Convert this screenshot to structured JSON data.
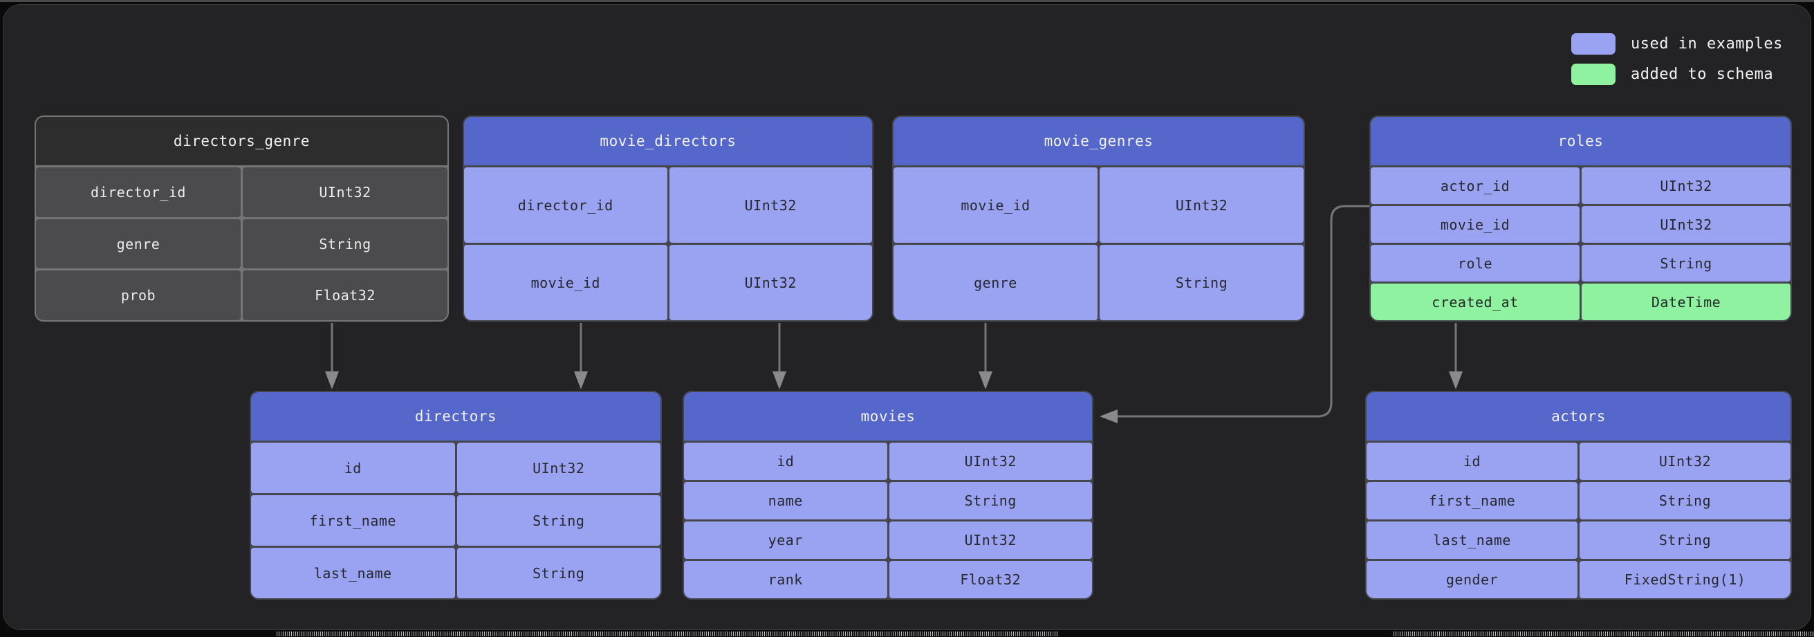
{
  "legend": {
    "items": [
      {
        "label": "used in examples",
        "color": "#99a3f2"
      },
      {
        "label": "added to schema",
        "color": "#8ff2a0"
      }
    ]
  },
  "tables": [
    {
      "title": "directors_genre",
      "variant": "gray",
      "rows": [
        [
          "director_id",
          "UInt32"
        ],
        [
          "genre",
          "String"
        ],
        [
          "prob",
          "Float32"
        ]
      ]
    },
    {
      "title": "movie_directors",
      "variant": "blue",
      "rows": [
        [
          "director_id",
          "UInt32"
        ],
        [
          "movie_id",
          "UInt32"
        ]
      ]
    },
    {
      "title": "movie_genres",
      "variant": "blue",
      "rows": [
        [
          "movie_id",
          "UInt32"
        ],
        [
          "genre",
          "String"
        ]
      ]
    },
    {
      "title": "roles",
      "variant": "blue",
      "rows": [
        [
          "actor_id",
          "UInt32"
        ],
        [
          "movie_id",
          "UInt32"
        ],
        [
          "role",
          "String"
        ],
        [
          "created_at",
          "DateTime"
        ]
      ],
      "highlighted_row": "created_at"
    },
    {
      "title": "directors",
      "variant": "blue",
      "rows": [
        [
          "id",
          "UInt32"
        ],
        [
          "first_name",
          "String"
        ],
        [
          "last_name",
          "String"
        ]
      ]
    },
    {
      "title": "movies",
      "variant": "blue",
      "rows": [
        [
          "id",
          "UInt32"
        ],
        [
          "name",
          "String"
        ],
        [
          "year",
          "UInt32"
        ],
        [
          "rank",
          "Float32"
        ]
      ]
    },
    {
      "title": "actors",
      "variant": "blue",
      "rows": [
        [
          "id",
          "UInt32"
        ],
        [
          "first_name",
          "String"
        ],
        [
          "last_name",
          "String"
        ],
        [
          "gender",
          "FixedString(1)"
        ]
      ]
    }
  ],
  "relationships": [
    {
      "from": "directors_genre",
      "to": "directors"
    },
    {
      "from": "movie_directors",
      "to": "directors"
    },
    {
      "from": "movie_directors",
      "to": "movies"
    },
    {
      "from": "movie_genres",
      "to": "movies"
    },
    {
      "from": "roles",
      "to": "movies"
    },
    {
      "from": "roles",
      "to": "actors"
    }
  ],
  "colors": {
    "panel_background": "#232325",
    "table_header_blue": "#5567ca",
    "table_row_blue": "#99a3f2",
    "table_row_green": "#8ff2a0",
    "table_header_gray": "#2d2d2d",
    "table_row_gray": "#4b4b4d",
    "wire_gray": "#757578"
  }
}
